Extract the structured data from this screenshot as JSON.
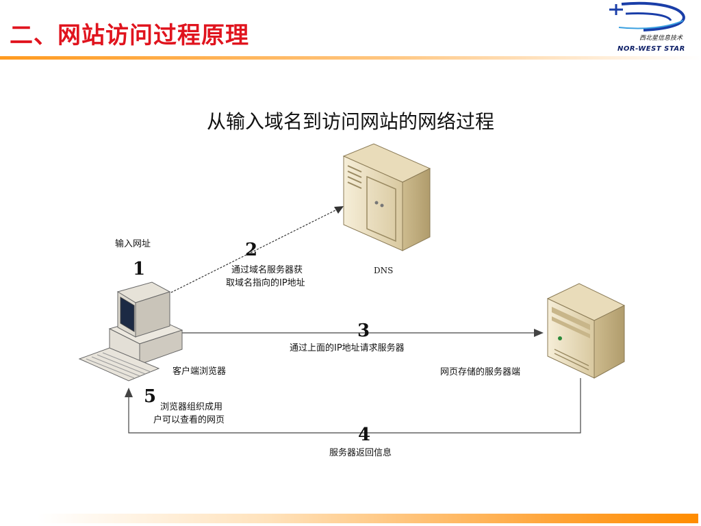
{
  "slide": {
    "title": "二、网站访问过程原理"
  },
  "logo": {
    "name_cn": "西北星信息技术",
    "name_en": "NOR-WEST STAR"
  },
  "diagram": {
    "title": "从输入域名到访问网站的网络过程",
    "nodes": {
      "dns_label": "DNS",
      "client_label": "客户端浏览器",
      "server_label": "网页存储的服务器端"
    },
    "steps": [
      {
        "number": "1",
        "lines": [
          "输入网址"
        ]
      },
      {
        "number": "2",
        "lines": [
          "通过域名服务器获",
          "取域名指向的IP地址"
        ]
      },
      {
        "number": "3",
        "lines": [
          "通过上面的IP地址请求服务器"
        ]
      },
      {
        "number": "4",
        "lines": [
          "服务器返回信息"
        ]
      },
      {
        "number": "5",
        "lines": [
          "浏览器组织成用",
          "户可以查看的网页"
        ]
      }
    ],
    "colors": {
      "accent_red": "#e0141e",
      "rule_orange": "#ff9a1f",
      "server_beige": "#efe3c6",
      "logo_blue": "#1a3ea8"
    }
  }
}
